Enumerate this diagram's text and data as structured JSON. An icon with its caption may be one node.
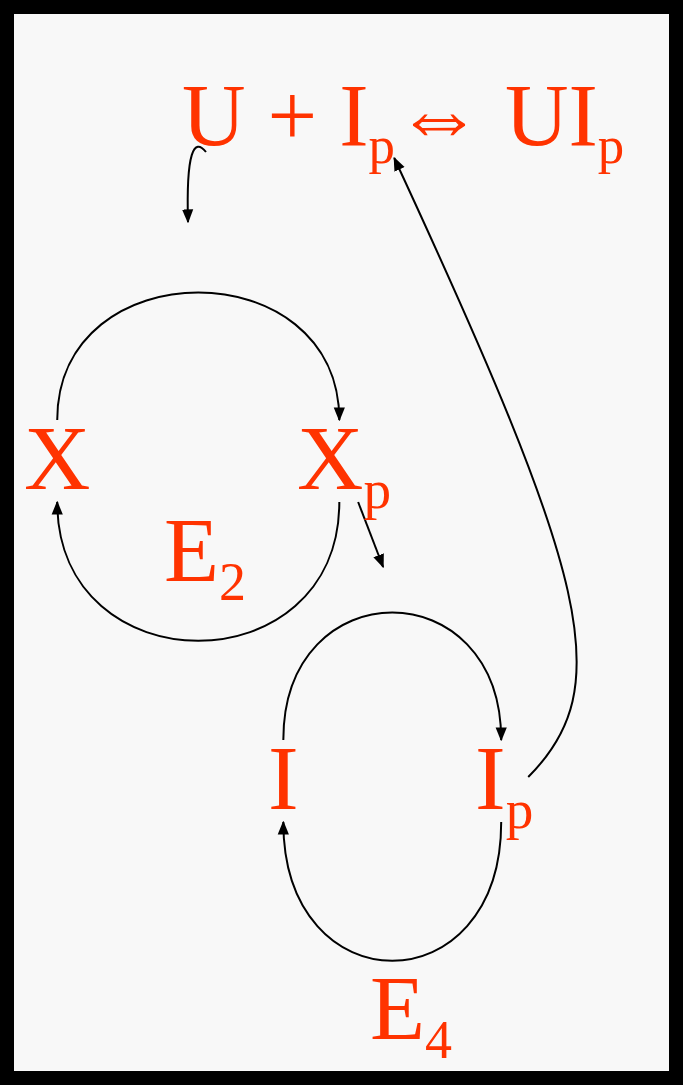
{
  "diagram": {
    "nodes": [
      {
        "text": [
          "U + I$_{p}$⇔ UI$_{p}$"
        ]
      },
      {
        "text": [
          "X"
        ]
      },
      {
        "text": [
          "X$_{p}$"
        ]
      },
      {
        "text": [
          "I"
        ]
      },
      {
        "text": [
          "I$_{p}$"
        ]
      }
    ],
    "edges": [
      {
        "from": 1,
        "to": 2,
        "arrow": "to"
      },
      {
        "from": 2,
        "to": 1,
        "arrow": "to"
      },
      {
        "from": 0,
        "to": null,
        "arrow": "to"
      },
      {
        "from": 2,
        "to": null,
        "arrow": "to"
      },
      {
        "from": 3,
        "to": 4,
        "arrow": "to"
      },
      {
        "from": 4,
        "to": 3,
        "arrow": "to"
      },
      {
        "from": 4,
        "to": 0,
        "arrow": "to"
      }
    ],
    "labels": [
      "E$_{2}$",
      "E$_{4}$"
    ]
  }
}
